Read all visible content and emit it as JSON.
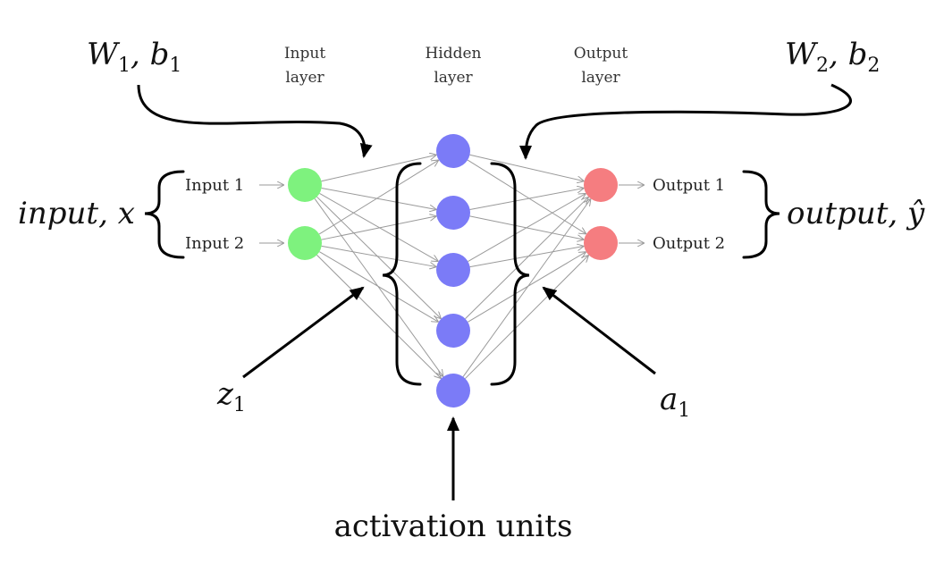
{
  "layers": {
    "input_title": [
      "Input",
      "layer"
    ],
    "hidden_title": [
      "Hidden",
      "layer"
    ],
    "output_title": [
      "Output",
      "layer"
    ]
  },
  "input_labels": [
    "Input 1",
    "Input 2"
  ],
  "output_labels": [
    "Output 1",
    "Output 2"
  ],
  "hidden_count": 5,
  "annotations": {
    "w1": "W",
    "w1_sub": "1",
    "b1": "b",
    "b1_sub": "1",
    "w2": "W",
    "w2_sub": "2",
    "b2": "b",
    "b2_sub": "2",
    "input": "input, x",
    "output": "output, ",
    "output_yhat": "ŷ",
    "z1": "z",
    "z1_sub": "1",
    "a1": "a",
    "a1_sub": "1",
    "activation_units": "activation units"
  },
  "colors": {
    "input_node": "#7ef27e",
    "hidden_node": "#7b7bf7",
    "output_node": "#f57d80",
    "edge": "#9a9a9a"
  }
}
